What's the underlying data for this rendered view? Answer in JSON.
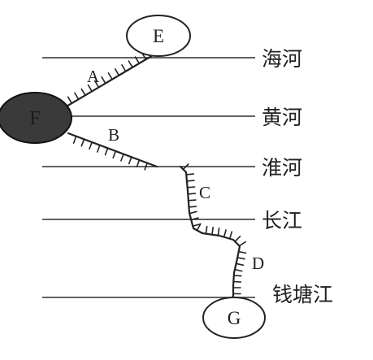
{
  "rivers": [
    {
      "id": "haihe",
      "label": "海河"
    },
    {
      "id": "huanghe",
      "label": "黄河"
    },
    {
      "id": "huaihe",
      "label": "淮河"
    },
    {
      "id": "changjiang",
      "label": "长江"
    },
    {
      "id": "qiantangjiang",
      "label": "钱塘江"
    }
  ],
  "segments": [
    {
      "id": "A",
      "label": "A"
    },
    {
      "id": "B",
      "label": "B"
    },
    {
      "id": "C",
      "label": "C"
    },
    {
      "id": "D",
      "label": "D"
    }
  ],
  "nodes": [
    {
      "id": "E",
      "label": "E"
    },
    {
      "id": "F",
      "label": "F"
    },
    {
      "id": "G",
      "label": "G"
    }
  ],
  "colors": {
    "ink": "#1f1f1f",
    "node_f_fill": "#3a3a3a",
    "background": "#ffffff"
  }
}
